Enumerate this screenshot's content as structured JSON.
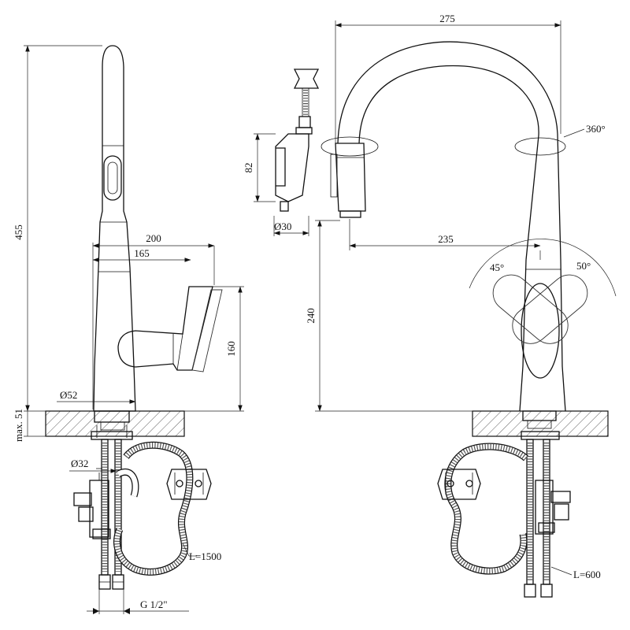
{
  "labels": {
    "height_total": "455",
    "width_200": "200",
    "width_165": "165",
    "height_160": "160",
    "dia_base": "Ø52",
    "max_thickness": "max. 51",
    "dia_shank": "Ø32",
    "hose_len_left": "L=1500",
    "thread": "G 1/2\"",
    "dim_82": "82",
    "dia_head": "Ø30",
    "width_275": "275",
    "rotation": "360°",
    "reach_235": "235",
    "height_240": "240",
    "angle_45": "45°",
    "angle_50": "50°",
    "hose_len_right": "L=600"
  }
}
